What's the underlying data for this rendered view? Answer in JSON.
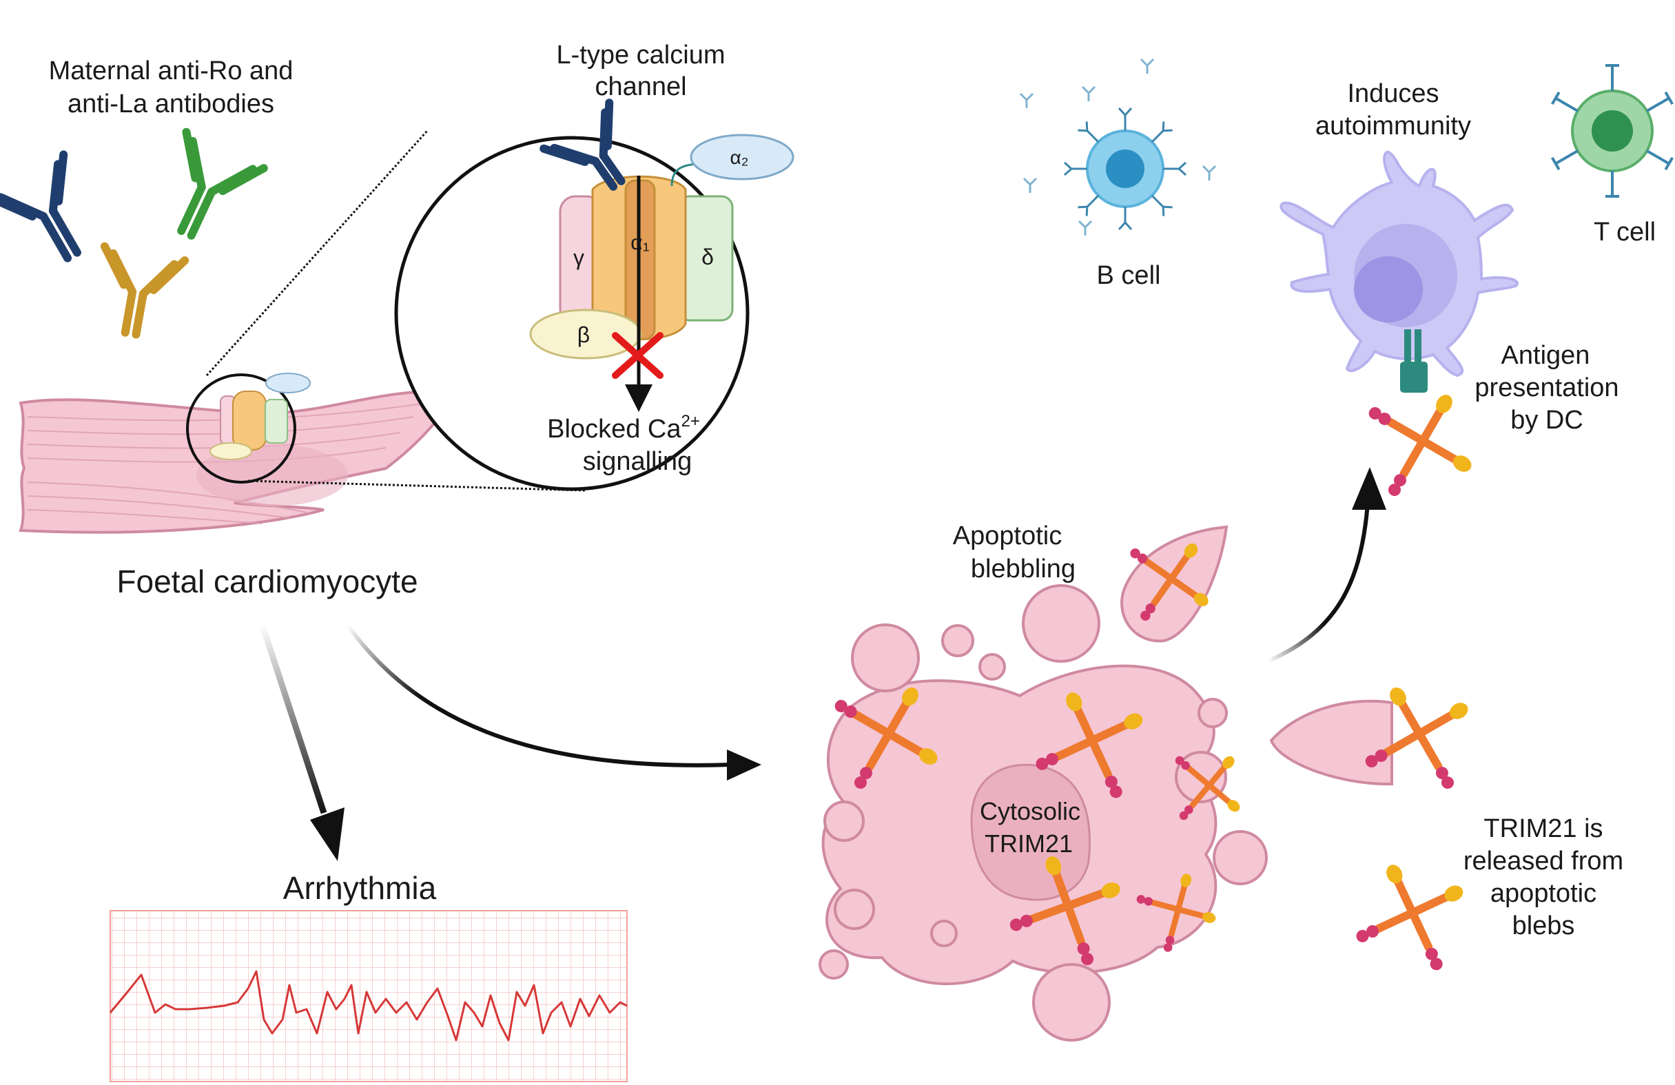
{
  "labels": {
    "maternal_line1": "Maternal anti-Ro and",
    "maternal_line2": "anti-La antibodies",
    "channel_line1": "L-type calcium",
    "channel_line2": "channel",
    "alpha2": "α₂",
    "alpha1": "α₁",
    "gamma": "γ",
    "delta": "δ",
    "beta": "β",
    "blocked_line1": "Blocked Ca",
    "blocked_sup": "2+",
    "blocked_line2": "signalling",
    "cardiomyocyte": "Foetal cardiomyocyte",
    "arrhythmia": "Arrhythmia",
    "induces_line1": "Induces",
    "induces_line2": "autoimmunity",
    "b_cell": "B cell",
    "t_cell": "T cell",
    "antigen_line1": "Antigen",
    "antigen_line2": "presentation",
    "antigen_line3": "by DC",
    "apoptotic_line1": "Apoptotic",
    "apoptotic_line2": "blebbling",
    "cytosolic_line1": "Cytosolic",
    "cytosolic_line2": "TRIM21",
    "released_line1": "TRIM21 is",
    "released_line2": "released from",
    "released_line3": "apoptotic",
    "released_line4": "blebs"
  },
  "colors": {
    "antibody_navy": "#1f3e6e",
    "antibody_green": "#3a9a3a",
    "antibody_gold": "#c9962a",
    "cell_pink": "#f5c6d3",
    "cell_pink_edge": "#cf8aa0",
    "ecg_grid": "#f2a0a0",
    "ecg_trace": "#d63838",
    "b_cell": "#5ab3dc",
    "t_cell": "#5aae6a",
    "dc": "#b7b2ee",
    "trim21": "#ee7a2f",
    "block_x": "#e41b1b"
  }
}
